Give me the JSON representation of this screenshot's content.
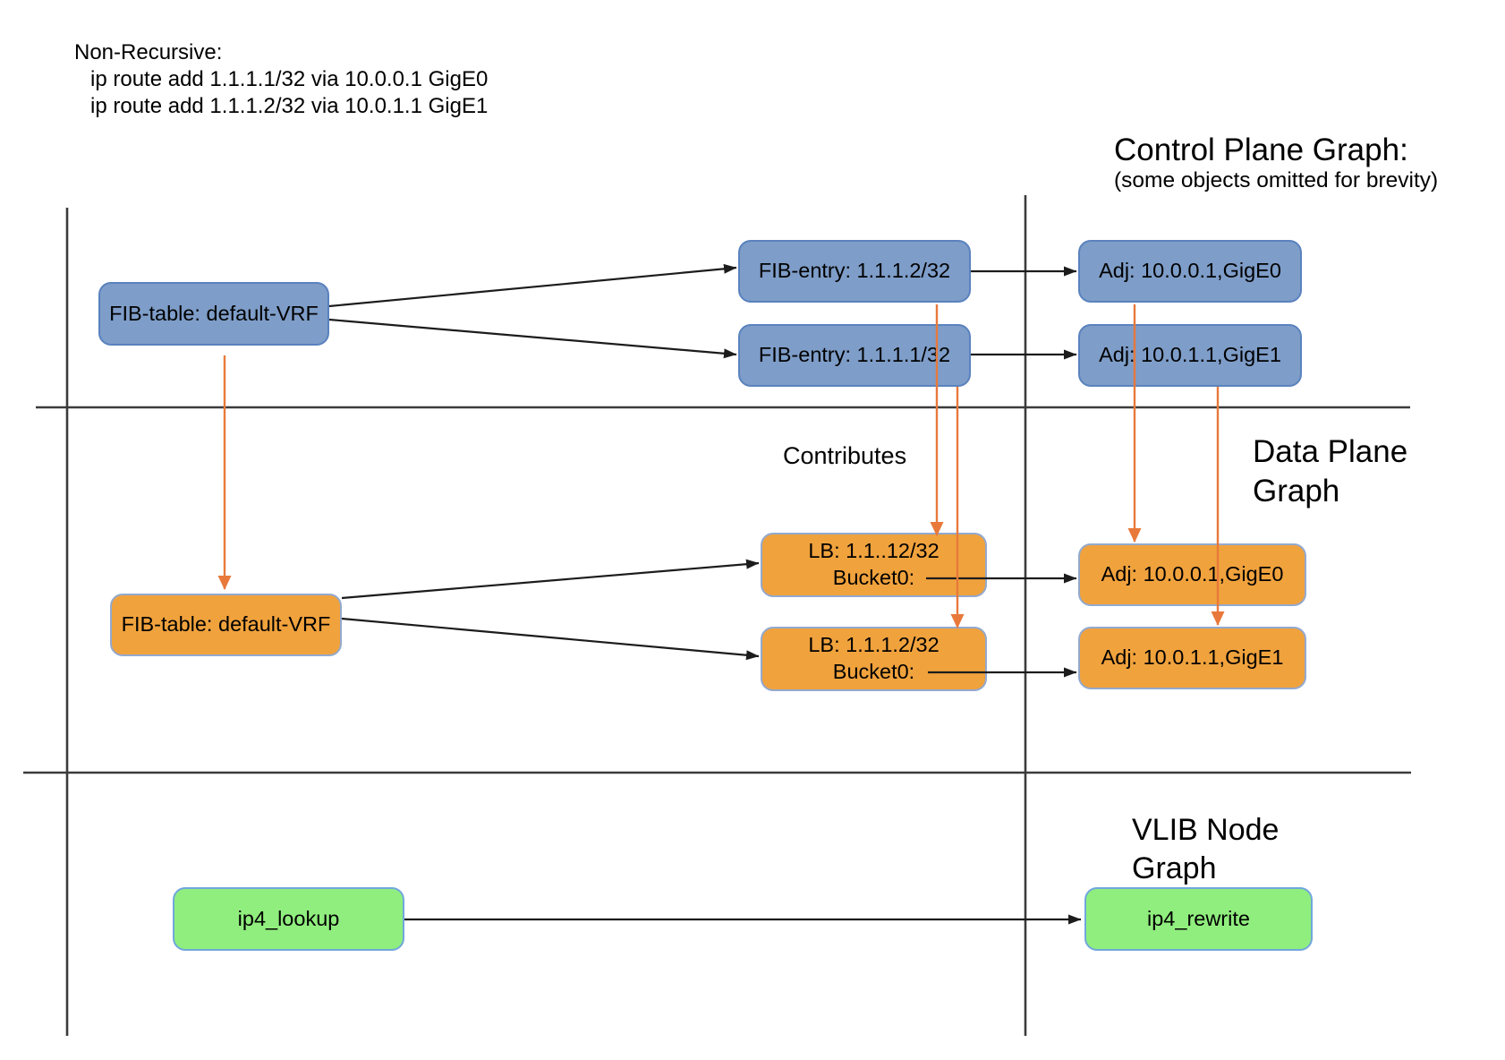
{
  "colors": {
    "control_node_fill": "#7E9DC8",
    "control_node_border": "#5A82BE",
    "data_node_fill": "#F0A23D",
    "data_node_border": "#93A9CE",
    "vlib_node_fill": "#90EE7E",
    "vlib_node_border": "#70A7DC",
    "arrow_black_color": "#1C1C1C",
    "arrow_orange_color": "#E8793B",
    "grid_line_color": "#3B3B3B",
    "text_color": "#000000"
  },
  "header_note": {
    "title": "Non-Recursive:",
    "command_1": "ip route add 1.1.1.1/32 via 10.0.0.1 GigE0",
    "command_2": "ip route add 1.1.1.2/32 via 10.0.1.1 GigE1"
  },
  "control_plane": {
    "title": "Control Plane Graph:",
    "subtitle": "(some objects omitted for brevity)",
    "nodes": {
      "fib_table": "FIB-table: default-VRF",
      "fib_entry_2": "FIB-entry: 1.1.1.2/32",
      "fib_entry_1": "FIB-entry: 1.1.1.1/32",
      "adj_gige0": "Adj: 10.0.0.1,GigE0",
      "adj_gige1": "Adj: 10.0.1.1,GigE1"
    }
  },
  "data_plane": {
    "title_line_1": "Data Plane",
    "title_line_2": "Graph",
    "contributes_label": "Contributes",
    "nodes": {
      "fib_table": "FIB-table: default-VRF",
      "lb_1_line_1": "LB: 1.1..12/32",
      "lb_1_line_2": "Bucket0:",
      "lb_2_line_1": "LB: 1.1.1.2/32",
      "lb_2_line_2": "Bucket0:",
      "adj_gige0": "Adj: 10.0.0.1,GigE0",
      "adj_gige1": "Adj: 10.0.1.1,GigE1"
    }
  },
  "vlib": {
    "title_line_1": "VLIB Node",
    "title_line_2": "Graph",
    "nodes": {
      "ip4_lookup": "ip4_lookup",
      "ip4_rewrite": "ip4_rewrite"
    }
  }
}
